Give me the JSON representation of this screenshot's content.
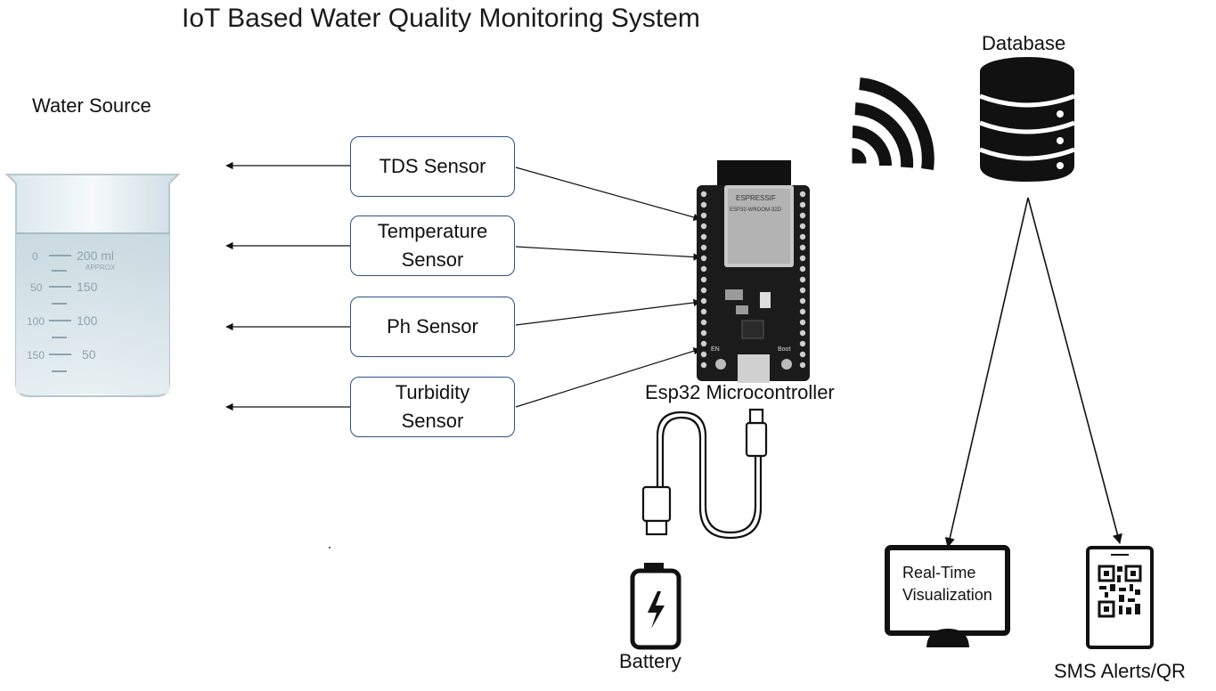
{
  "title": "IoT Based Water Quality Monitoring System",
  "water_source": {
    "label": "Water Source",
    "beaker_marks": [
      "200 ml",
      "APPROX",
      "150",
      "100",
      "50"
    ],
    "beaker_left_marks": [
      "0",
      "50",
      "100",
      "150"
    ]
  },
  "sensors": [
    {
      "label": "TDS Sensor"
    },
    {
      "label": "Temperature\nSensor"
    },
    {
      "label": "Ph Sensor"
    },
    {
      "label": "Turbidity\nSensor"
    }
  ],
  "controller": {
    "label": "Esp32 Microcontroller",
    "chip_brand": "ESPRESSIF",
    "chip_model": "ESP32-WROOM-32D",
    "button_en": "EN",
    "button_boot": "Boot"
  },
  "battery": {
    "label": "Battery"
  },
  "database": {
    "label": "Database"
  },
  "visualization": {
    "label": "Real-Time\nVisualization"
  },
  "alerts": {
    "label": "SMS Alerts/QR"
  },
  "colors": {
    "sensor_border": "#2f4f8a",
    "icon": "#111111"
  }
}
